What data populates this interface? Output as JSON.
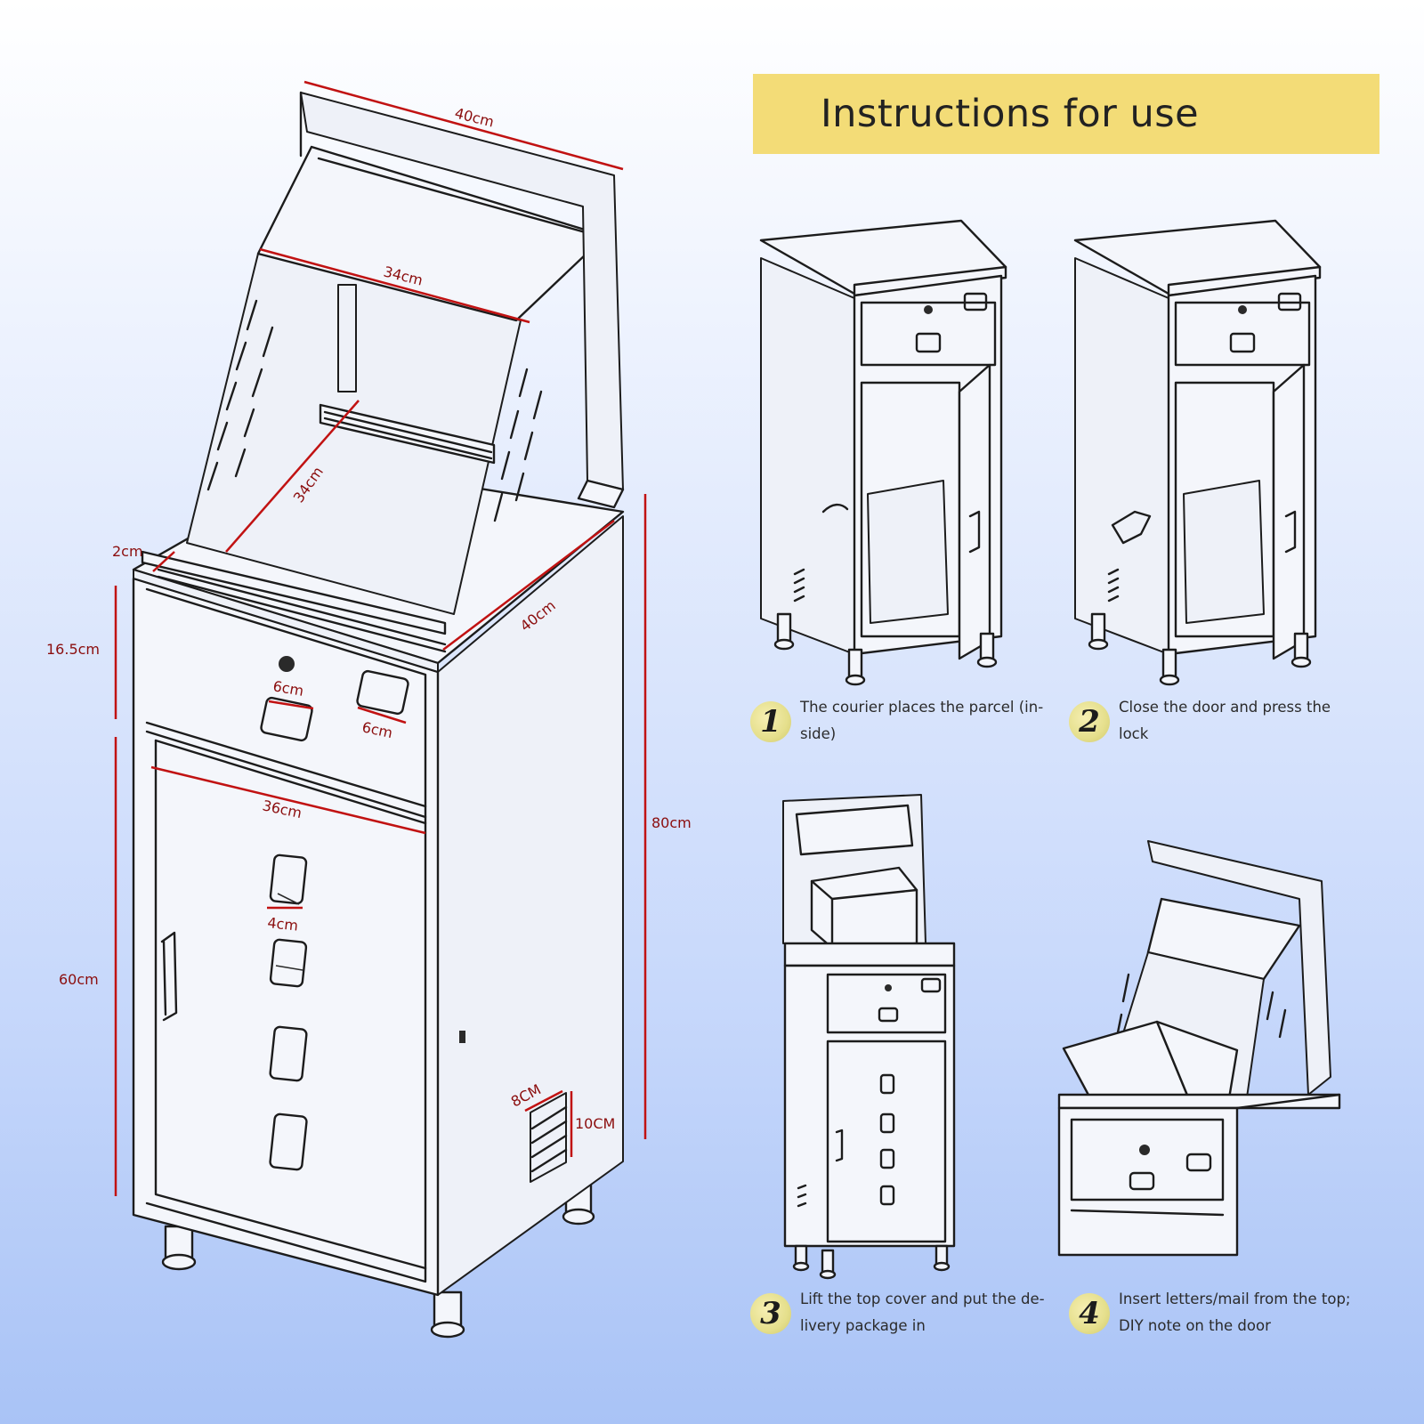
{
  "title": "Instructions for use",
  "dimensions": {
    "handle_width": "40cm",
    "chute_width": "34cm",
    "chute_depth": "34cm",
    "rim": "2cm",
    "side_depth": "40cm",
    "drawer_height": "16.5cm",
    "lock_size": "6cm",
    "window_size": "6cm",
    "door_width": "36cm",
    "door_vent": "4cm",
    "total_height": "80cm",
    "door_height": "60cm",
    "side_vent_width": "8CM",
    "side_vent_height": "10CM"
  },
  "steps": [
    {
      "number": "1",
      "text": "The courier places the parcel (in-side)",
      "line1": "The courier places the parcel (in-",
      "line2": "side)"
    },
    {
      "number": "2",
      "text": "Close the door and press the lock",
      "line1": "Close the door and press the",
      "line2": "lock"
    },
    {
      "number": "3",
      "text": "Lift the top cover and put the delivery package in",
      "line1": "Lift the top cover and put the de-",
      "line2": "livery package in"
    },
    {
      "number": "4",
      "text": "Insert letters/mail from the top; DIY note on the door",
      "line1": "Insert letters/mail from the top;",
      "line2": "DIY note on the door"
    }
  ],
  "colors": {
    "banner": "#f3dc77",
    "dimension_line": "#c11212",
    "badge": "#e5df8c",
    "background_top": "#ffffff",
    "background_bottom": "#a9c3f6"
  }
}
